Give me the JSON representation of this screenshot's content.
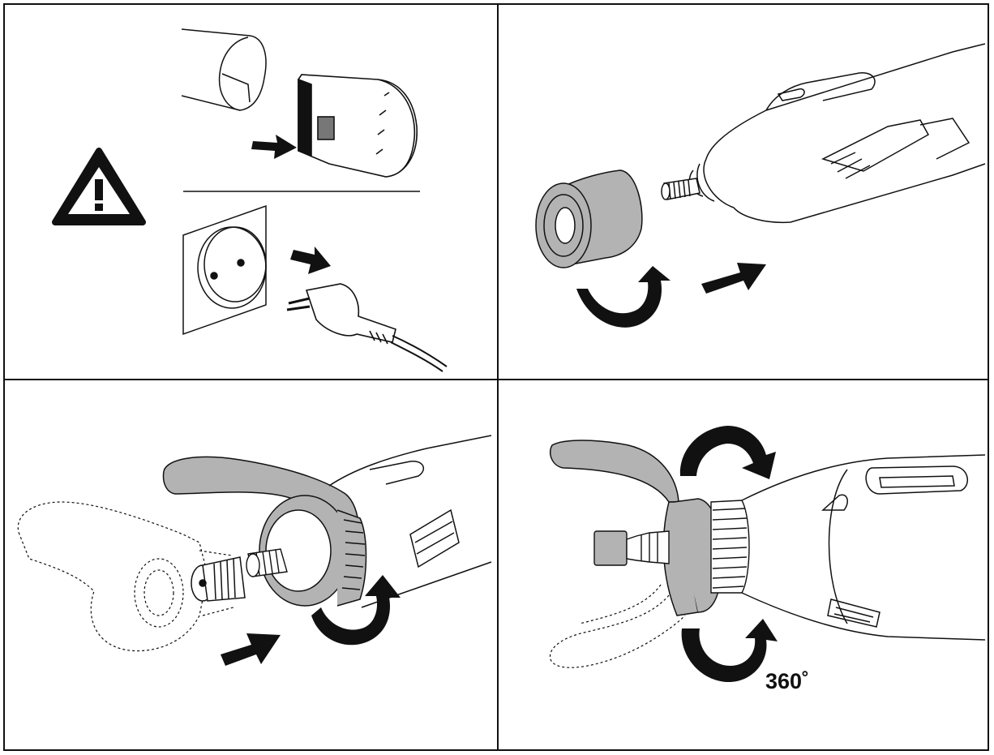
{
  "figure": {
    "panels": [
      {
        "id": "disconnect-power",
        "icons": [
          "warning-triangle-icon",
          "battery-removal-arrow-icon",
          "unplug-arrow-icon"
        ]
      },
      {
        "id": "remove-collet-nut",
        "icons": [
          "rotate-arrow-icon",
          "push-arrow-icon"
        ]
      },
      {
        "id": "attach-guide",
        "icons": [
          "rotate-arrow-icon",
          "push-arrow-icon"
        ]
      },
      {
        "id": "rotate-guide",
        "icons": [
          "rotate-arrow-top-icon",
          "rotate-arrow-bottom-icon"
        ]
      }
    ],
    "rotation_label": "360˚",
    "colors": {
      "line": "#111111",
      "fill_grey": "#b3b3b3",
      "background": "#ffffff"
    }
  }
}
